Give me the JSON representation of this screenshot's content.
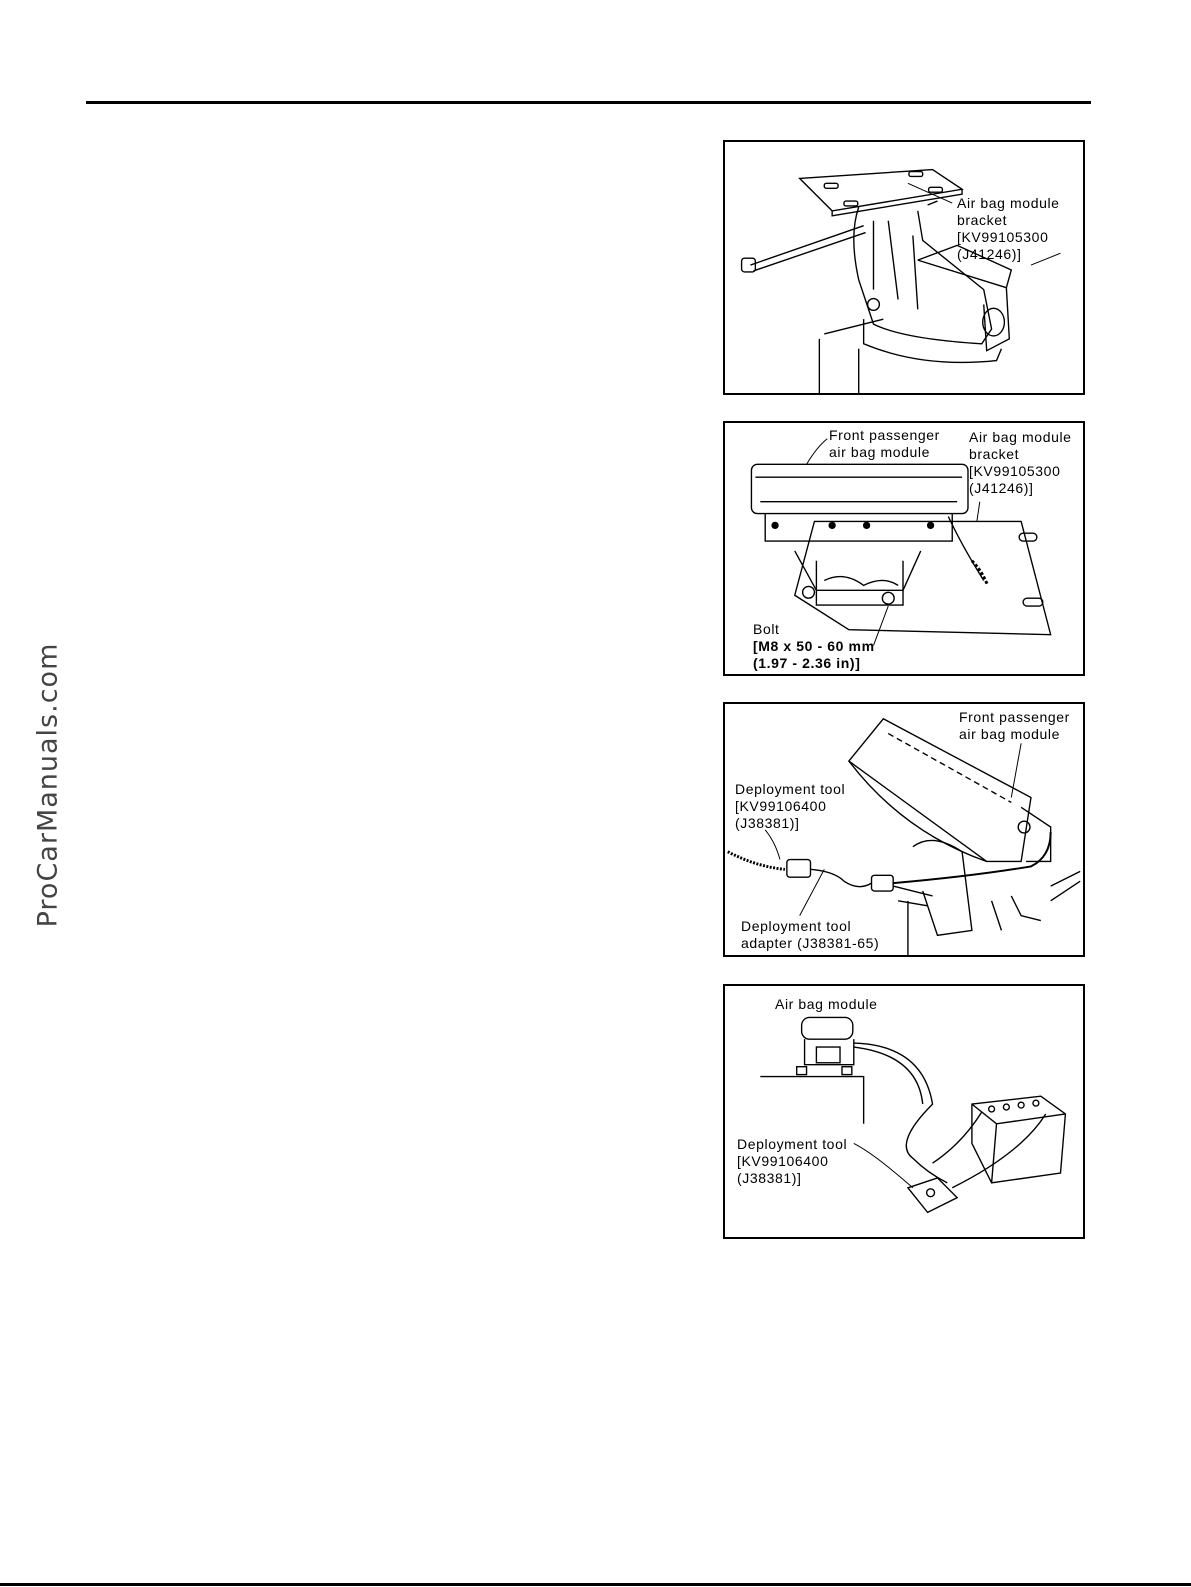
{
  "watermark": "ProCarManuals.com",
  "figures": [
    {
      "labels": [
        {
          "lines": [
            "Air bag module",
            "bracket",
            "[KV99105300",
            "(J41246)]"
          ]
        }
      ]
    },
    {
      "labels": [
        {
          "lines": [
            "Front passenger",
            "air bag module"
          ]
        },
        {
          "lines": [
            "Air bag module",
            "bracket",
            "[KV99105300",
            "(J41246)]"
          ]
        },
        {
          "lines": [
            "Bolt",
            "[M8 x 50 - 60 mm",
            "(1.97 - 2.36 in)]"
          ]
        }
      ]
    },
    {
      "labels": [
        {
          "lines": [
            "Front passenger",
            "air bag module"
          ]
        },
        {
          "lines": [
            "Deployment tool",
            "[KV99106400",
            "(J38381)]"
          ]
        },
        {
          "lines": [
            "Deployment tool",
            "adapter (J38381-65)"
          ]
        }
      ]
    },
    {
      "labels": [
        {
          "lines": [
            "Air bag module"
          ]
        },
        {
          "lines": [
            "Deployment tool",
            "[KV99106400",
            "(J38381)]"
          ]
        }
      ]
    }
  ]
}
